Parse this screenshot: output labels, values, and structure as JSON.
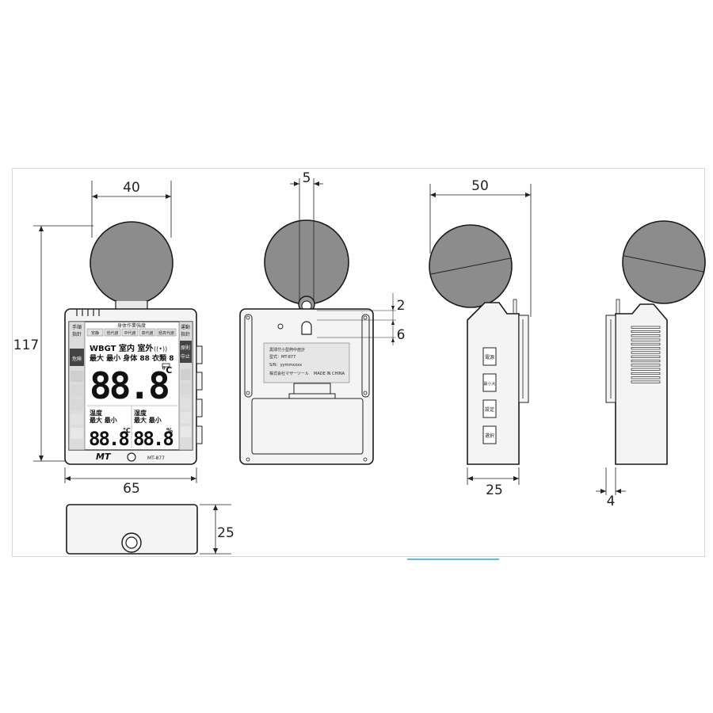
{
  "dimensions": {
    "front_width_top": "40",
    "front_height": "117",
    "front_width_bottom": "65",
    "bottom_depth": "25",
    "back_hole_width": "5",
    "back_hole_gap_top": "2",
    "back_hole_gap_mid": "6",
    "side_width_top": "50",
    "side_depth_bottom": "25",
    "side_offset": "4"
  },
  "front_panel": {
    "top_header": "身体作業強度",
    "top_tabs": [
      "安静",
      "低代謝",
      "中代謝",
      "高代謝",
      "極高代謝"
    ],
    "left_labels": [
      "手順",
      "指針",
      "危険"
    ],
    "right_labels": [
      "運動",
      "指針",
      "原則",
      "中止"
    ],
    "row1": "WBGT 室内 室外",
    "row2": "最大 最小 身体 88 衣類 8",
    "main_digits": "88.8",
    "main_unit": "℃",
    "temp_label": "温度",
    "temp_sub": "最大 最小",
    "temp_digits": "88.8",
    "temp_unit": "℃",
    "hum_label": "湿度",
    "hum_sub": "最大 最小",
    "hum_digits": "88.8",
    "hum_unit": "%",
    "brand": "MT",
    "model": "MT-877"
  },
  "back_label": {
    "line1": "黒球付小型熱中症計",
    "line2": "型式：MT-877",
    "line3": "S/N：yymmxxxx",
    "line4": "株式会社マザーツール",
    "origin": "MADE IN CHINA"
  },
  "side_buttons": [
    "電源",
    "最小大",
    "設定",
    "選択"
  ],
  "colors": {
    "globe": "#8c8c8c",
    "globe_stroke": "#1a1a1a",
    "body_fill": "#f4f4f4",
    "lcd": "#ffffff",
    "label_fill": "#e6e6e6",
    "accent_line": "#2aa9e0"
  }
}
